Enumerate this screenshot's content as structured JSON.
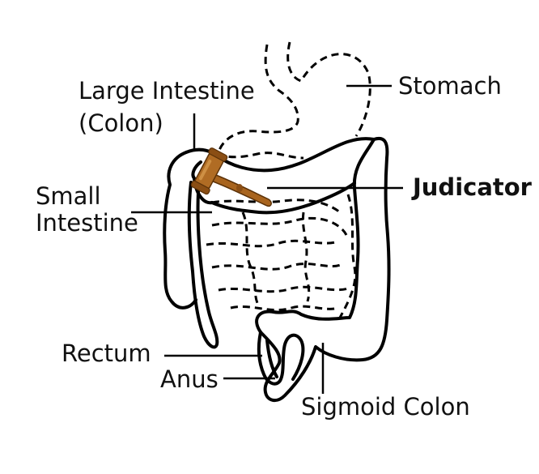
{
  "labels": {
    "large_intestine": "Large Intestine",
    "colon": "(Colon)",
    "stomach": "Stomach",
    "small_intestine_line1": "Small",
    "small_intestine_line2": "Intestine",
    "judicator": "Judicator",
    "rectum": "Rectum",
    "anus": "Anus",
    "sigmoid_colon": "Sigmoid Colon"
  },
  "colors": {
    "outline": "#000000",
    "gavel_wood": "#a8641e",
    "gavel_dark": "#5c3208",
    "gavel_light": "#d69a4c"
  },
  "icons": {
    "gavel": "gavel-icon"
  }
}
